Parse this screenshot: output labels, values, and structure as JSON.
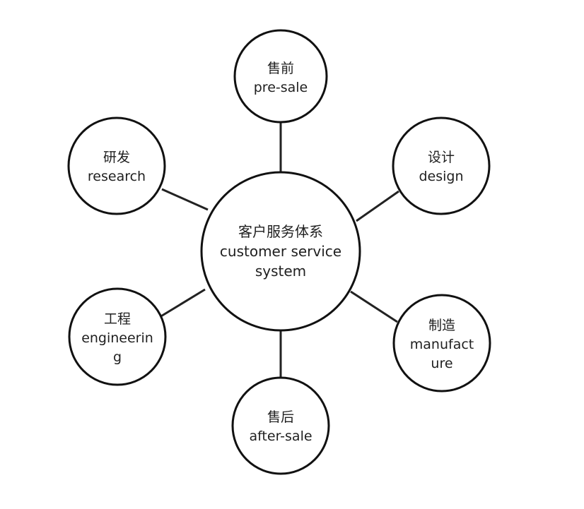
{
  "diagram": {
    "center": {
      "lines": [
        "客户服务体系",
        "customer service",
        "system"
      ]
    },
    "nodes": [
      {
        "id": "presale",
        "lines": [
          "售前",
          "pre-sale"
        ]
      },
      {
        "id": "design",
        "lines": [
          "设计",
          "design"
        ]
      },
      {
        "id": "manufacture",
        "lines": [
          "制造",
          "manufact",
          "ure"
        ]
      },
      {
        "id": "aftersale",
        "lines": [
          "售后",
          "after-sale"
        ]
      },
      {
        "id": "engineering",
        "lines": [
          "工程",
          "engineerin",
          "g"
        ]
      },
      {
        "id": "research",
        "lines": [
          "研发",
          "research"
        ]
      }
    ],
    "colors": {
      "stroke": "#111111",
      "text": "#1f1f1f",
      "background": "#ffffff"
    }
  }
}
